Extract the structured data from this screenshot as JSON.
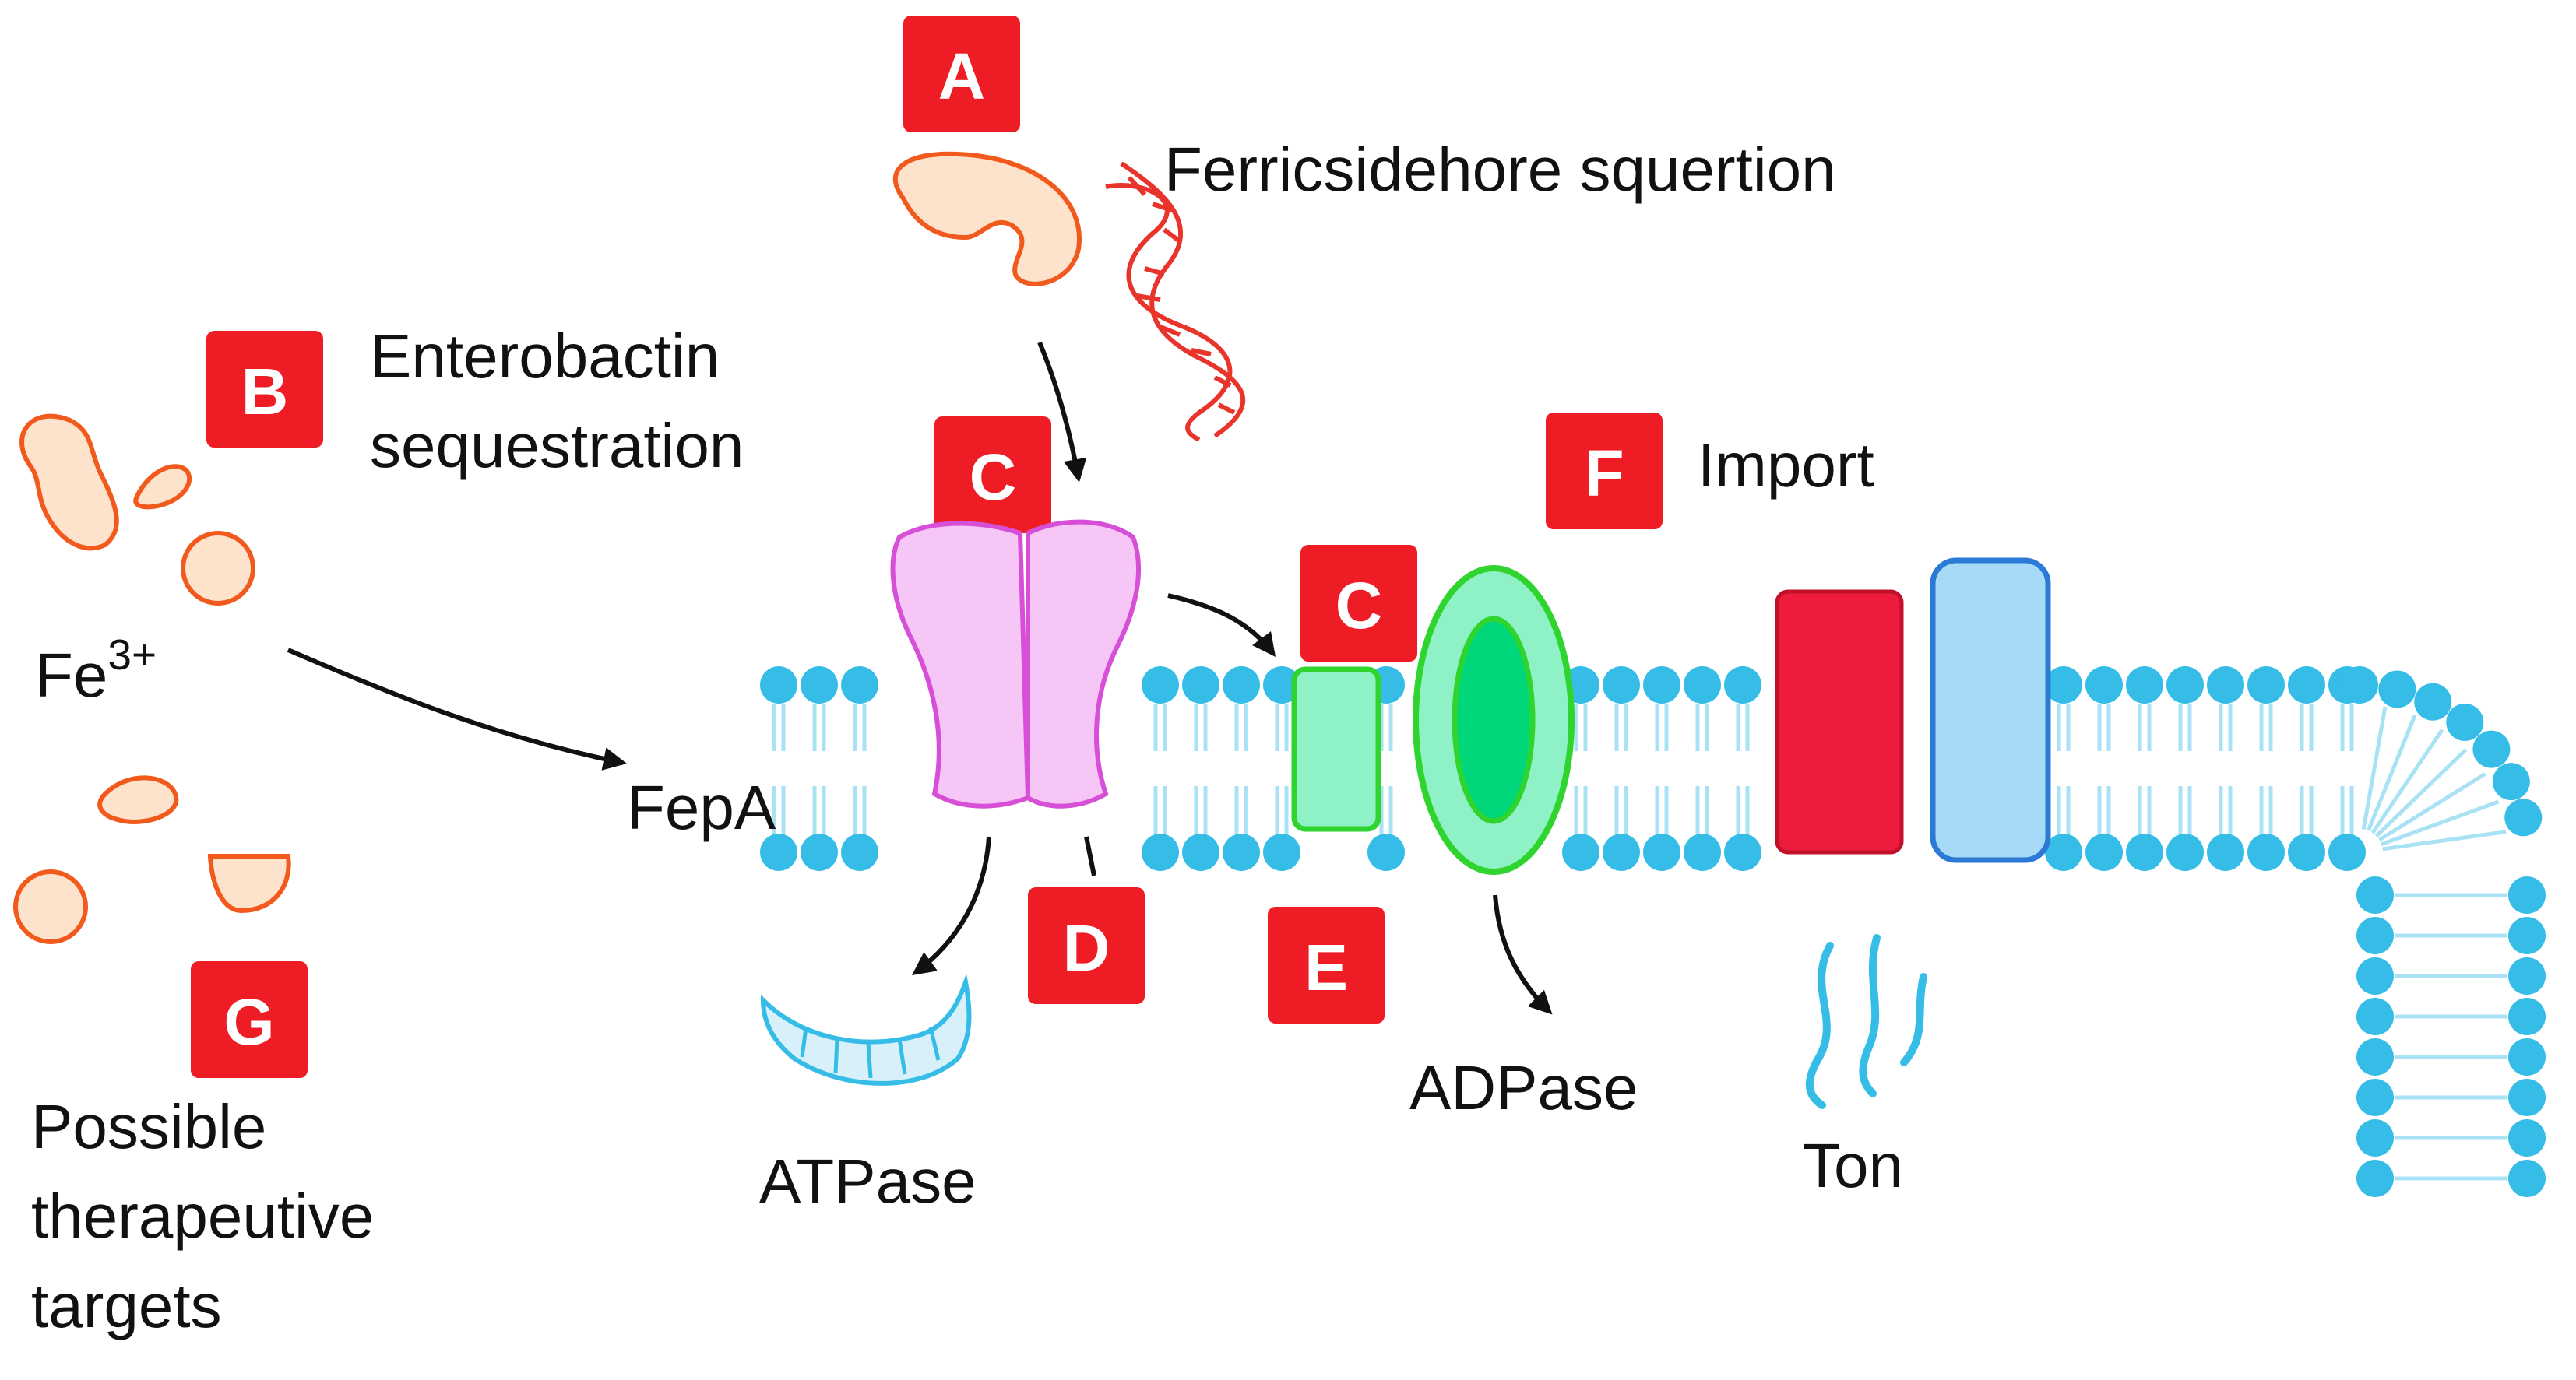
{
  "badges": {
    "a": "A",
    "b": "B",
    "c1": "C",
    "c2": "C",
    "d": "D",
    "e": "E",
    "f": "F",
    "g": "G"
  },
  "labels": {
    "ferric": "Ferricsidehore squertion",
    "enterobactin_line1": "Enterobactin",
    "enterobactin_line2": "sequestration",
    "fe_base": "Fe",
    "fe_sup": "3+",
    "fepa": "FepA",
    "import": "Import",
    "atpase": "ATPase",
    "adpase": "ADPase",
    "ton": "Ton",
    "targets_line1": "Possible",
    "targets_line2": "therapeutive",
    "targets_line3": "targets"
  },
  "colors": {
    "badge": "#ee1c24",
    "membrane": "#35bde8",
    "membrane_light": "#a8e2f4",
    "siderophore_fill": "#fde2cc",
    "siderophore_stroke": "#f25a1d",
    "fepa_fill": "#f6c6f6",
    "fepa_stroke": "#d64fd6",
    "green_light": "#8ff2c6",
    "green_dark": "#00d67a",
    "green_stroke": "#2fd42f",
    "red_protein": "#ee1c3c",
    "blue_protein": "#a6daf6",
    "blue_stroke": "#2a7ad6",
    "dna": "#e8342a"
  }
}
